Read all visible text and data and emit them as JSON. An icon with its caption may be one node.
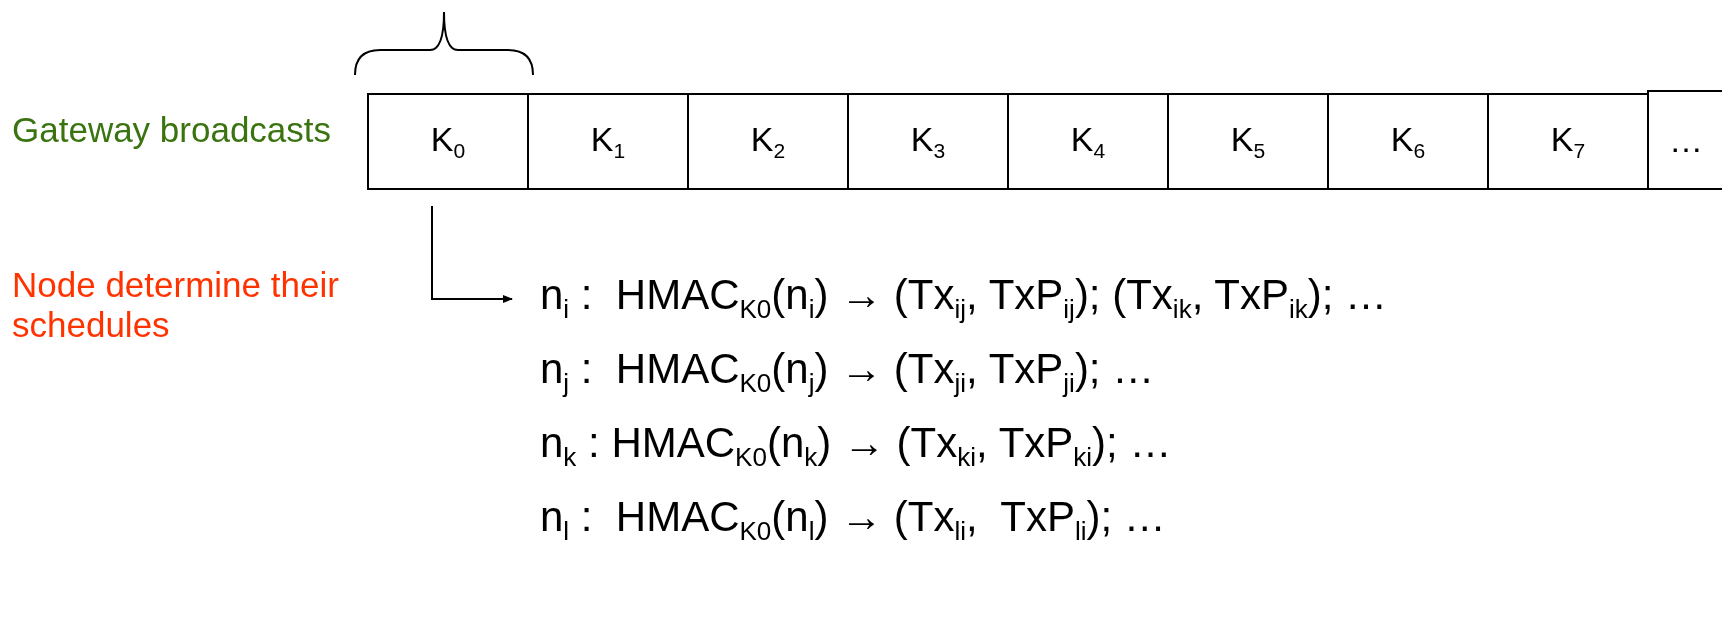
{
  "diagram": {
    "nodes": [
      {
        "text": [
          "K$_{0}$"
        ]
      },
      {
        "text": [
          "K$_{1}$"
        ]
      },
      {
        "text": [
          "K$_{2}$"
        ]
      },
      {
        "text": [
          "K$_{3}$"
        ]
      },
      {
        "text": [
          "K$_{4}$"
        ]
      },
      {
        "text": [
          "K$_{5}$"
        ]
      },
      {
        "text": [
          "K$_{6}$"
        ]
      },
      {
        "text": [
          "K$_{7}$"
        ]
      },
      {
        "text": [
          "…"
        ]
      },
      {
        "text": [
          "n$_{i}$ :  HMAC$_{K0}$(n$_{i}$) → (Tx$_{ij}$, TxP$_{ij}$); (Tx$_{ik}$, TxP$_{ik}$); …"
        ]
      }
    ],
    "edges": [
      {
        "from": 0,
        "to": 9,
        "arrow": "to"
      }
    ],
    "labels": [
      "Gateway broadcasts",
      "Node determine their schedules",
      "n$_{j}$ :  HMAC$_{K0}$(n$_{j}$) → (Tx$_{ji}$, TxP$_{ji}$); …",
      "n$_{k}$ : HMAC$_{K0}$(n$_{k}$) → (Tx$_{ki}$, TxP$_{ki}$); …",
      "n$_{l}$ :  HMAC$_{K0}$(n$_{l}$) → (Tx$_{li}$,  TxP$_{li}$); …"
    ]
  }
}
